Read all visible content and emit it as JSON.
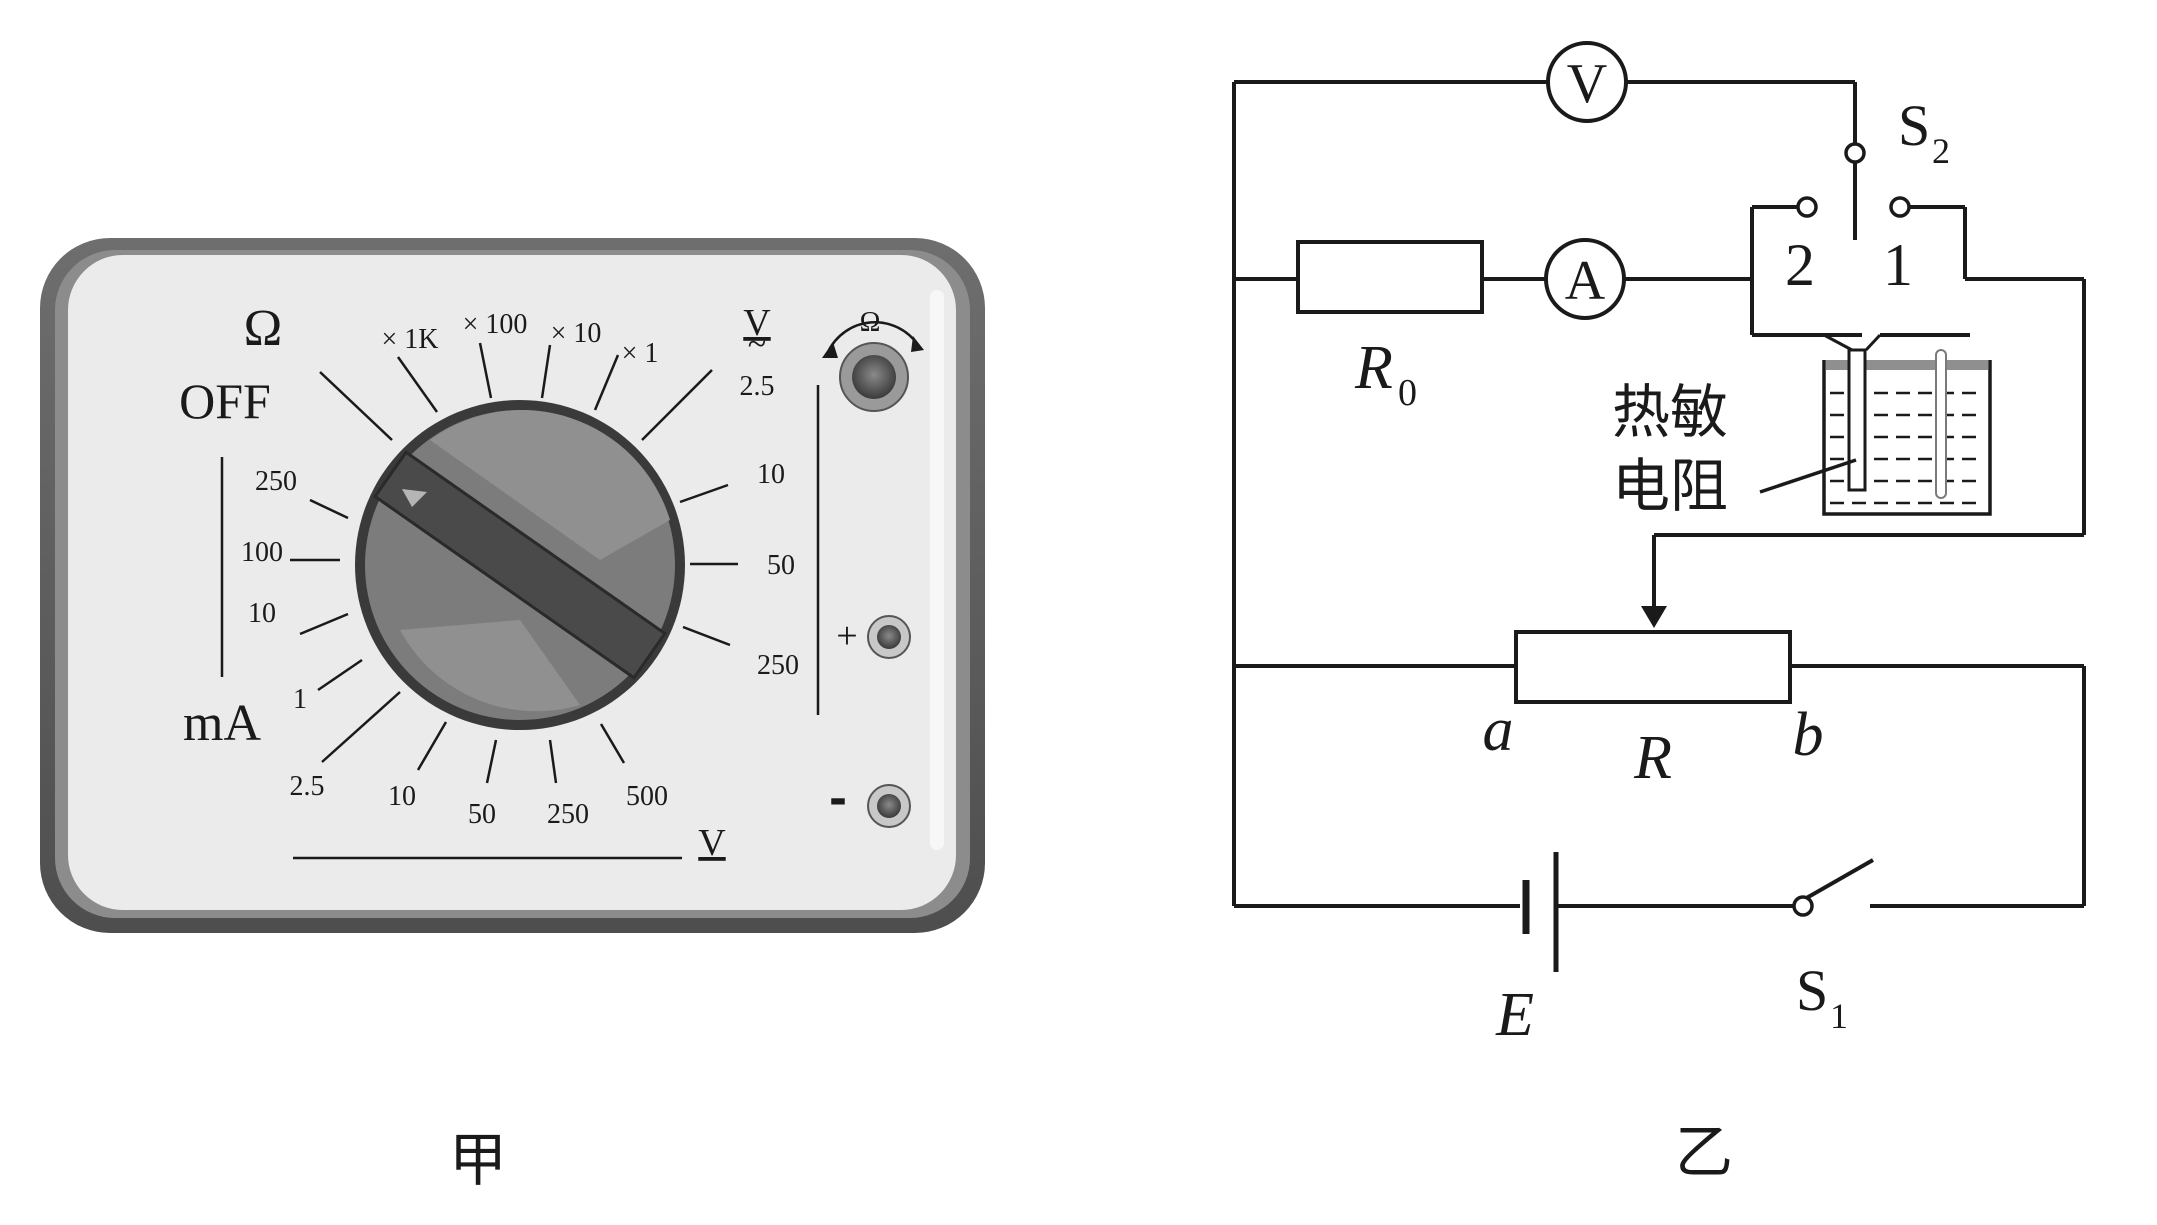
{
  "figure_a": {
    "caption": "甲",
    "labels": {
      "ohm": "Ω",
      "off": "OFF",
      "ma": "mA",
      "v_ac_symbol": "V",
      "v_ac_tilde": "~",
      "v_dc": "V",
      "knob_ohm": "Ω",
      "plus": "+",
      "minus": "-"
    },
    "ohm_ranges": [
      "× 1K",
      "× 100",
      "× 10",
      "× 1"
    ],
    "ma_ranges": [
      "250",
      "100",
      "10",
      "1"
    ],
    "vac_ranges": [
      "2.5",
      "10",
      "50",
      "250"
    ],
    "vdc_ranges": [
      "2.5",
      "10",
      "50",
      "250",
      "500"
    ]
  },
  "figure_b": {
    "caption": "乙",
    "labels": {
      "voltmeter": "V",
      "ammeter": "A",
      "switch_s2": "S",
      "switch_s2_sub": "2",
      "pos_2": "2",
      "pos_1": "1",
      "r0": "R",
      "r0_sub": "0",
      "thermistor_line1": "热敏",
      "thermistor_line2": "电阻",
      "rheostat_a": "a",
      "rheostat": "R",
      "rheostat_b": "b",
      "emf": "E",
      "switch_s1": "S",
      "switch_s1_sub": "1"
    }
  },
  "colors": {
    "meter_case": "#5c5c5c",
    "meter_face": "#ebebeb",
    "knob_body": "#7a7a7a",
    "knob_bar": "#4a4a4a",
    "ink": "#1a1a1a"
  }
}
